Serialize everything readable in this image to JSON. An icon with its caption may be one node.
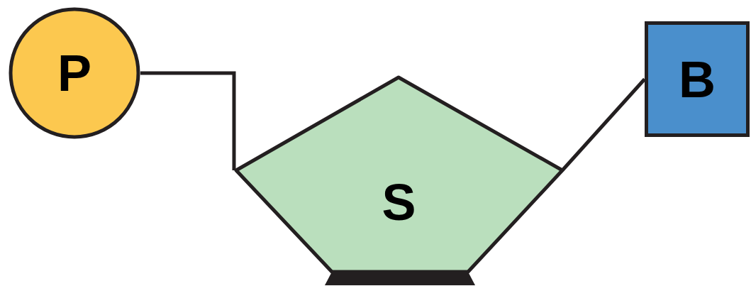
{
  "diagram": {
    "nodes": [
      {
        "text": [
          "P"
        ]
      },
      {
        "text": [
          "S"
        ]
      },
      {
        "text": [
          "B"
        ]
      }
    ],
    "edges": [
      {
        "from": 0,
        "to": 1,
        "arrow": "none"
      },
      {
        "from": 1,
        "to": 2,
        "arrow": "none"
      }
    ]
  }
}
